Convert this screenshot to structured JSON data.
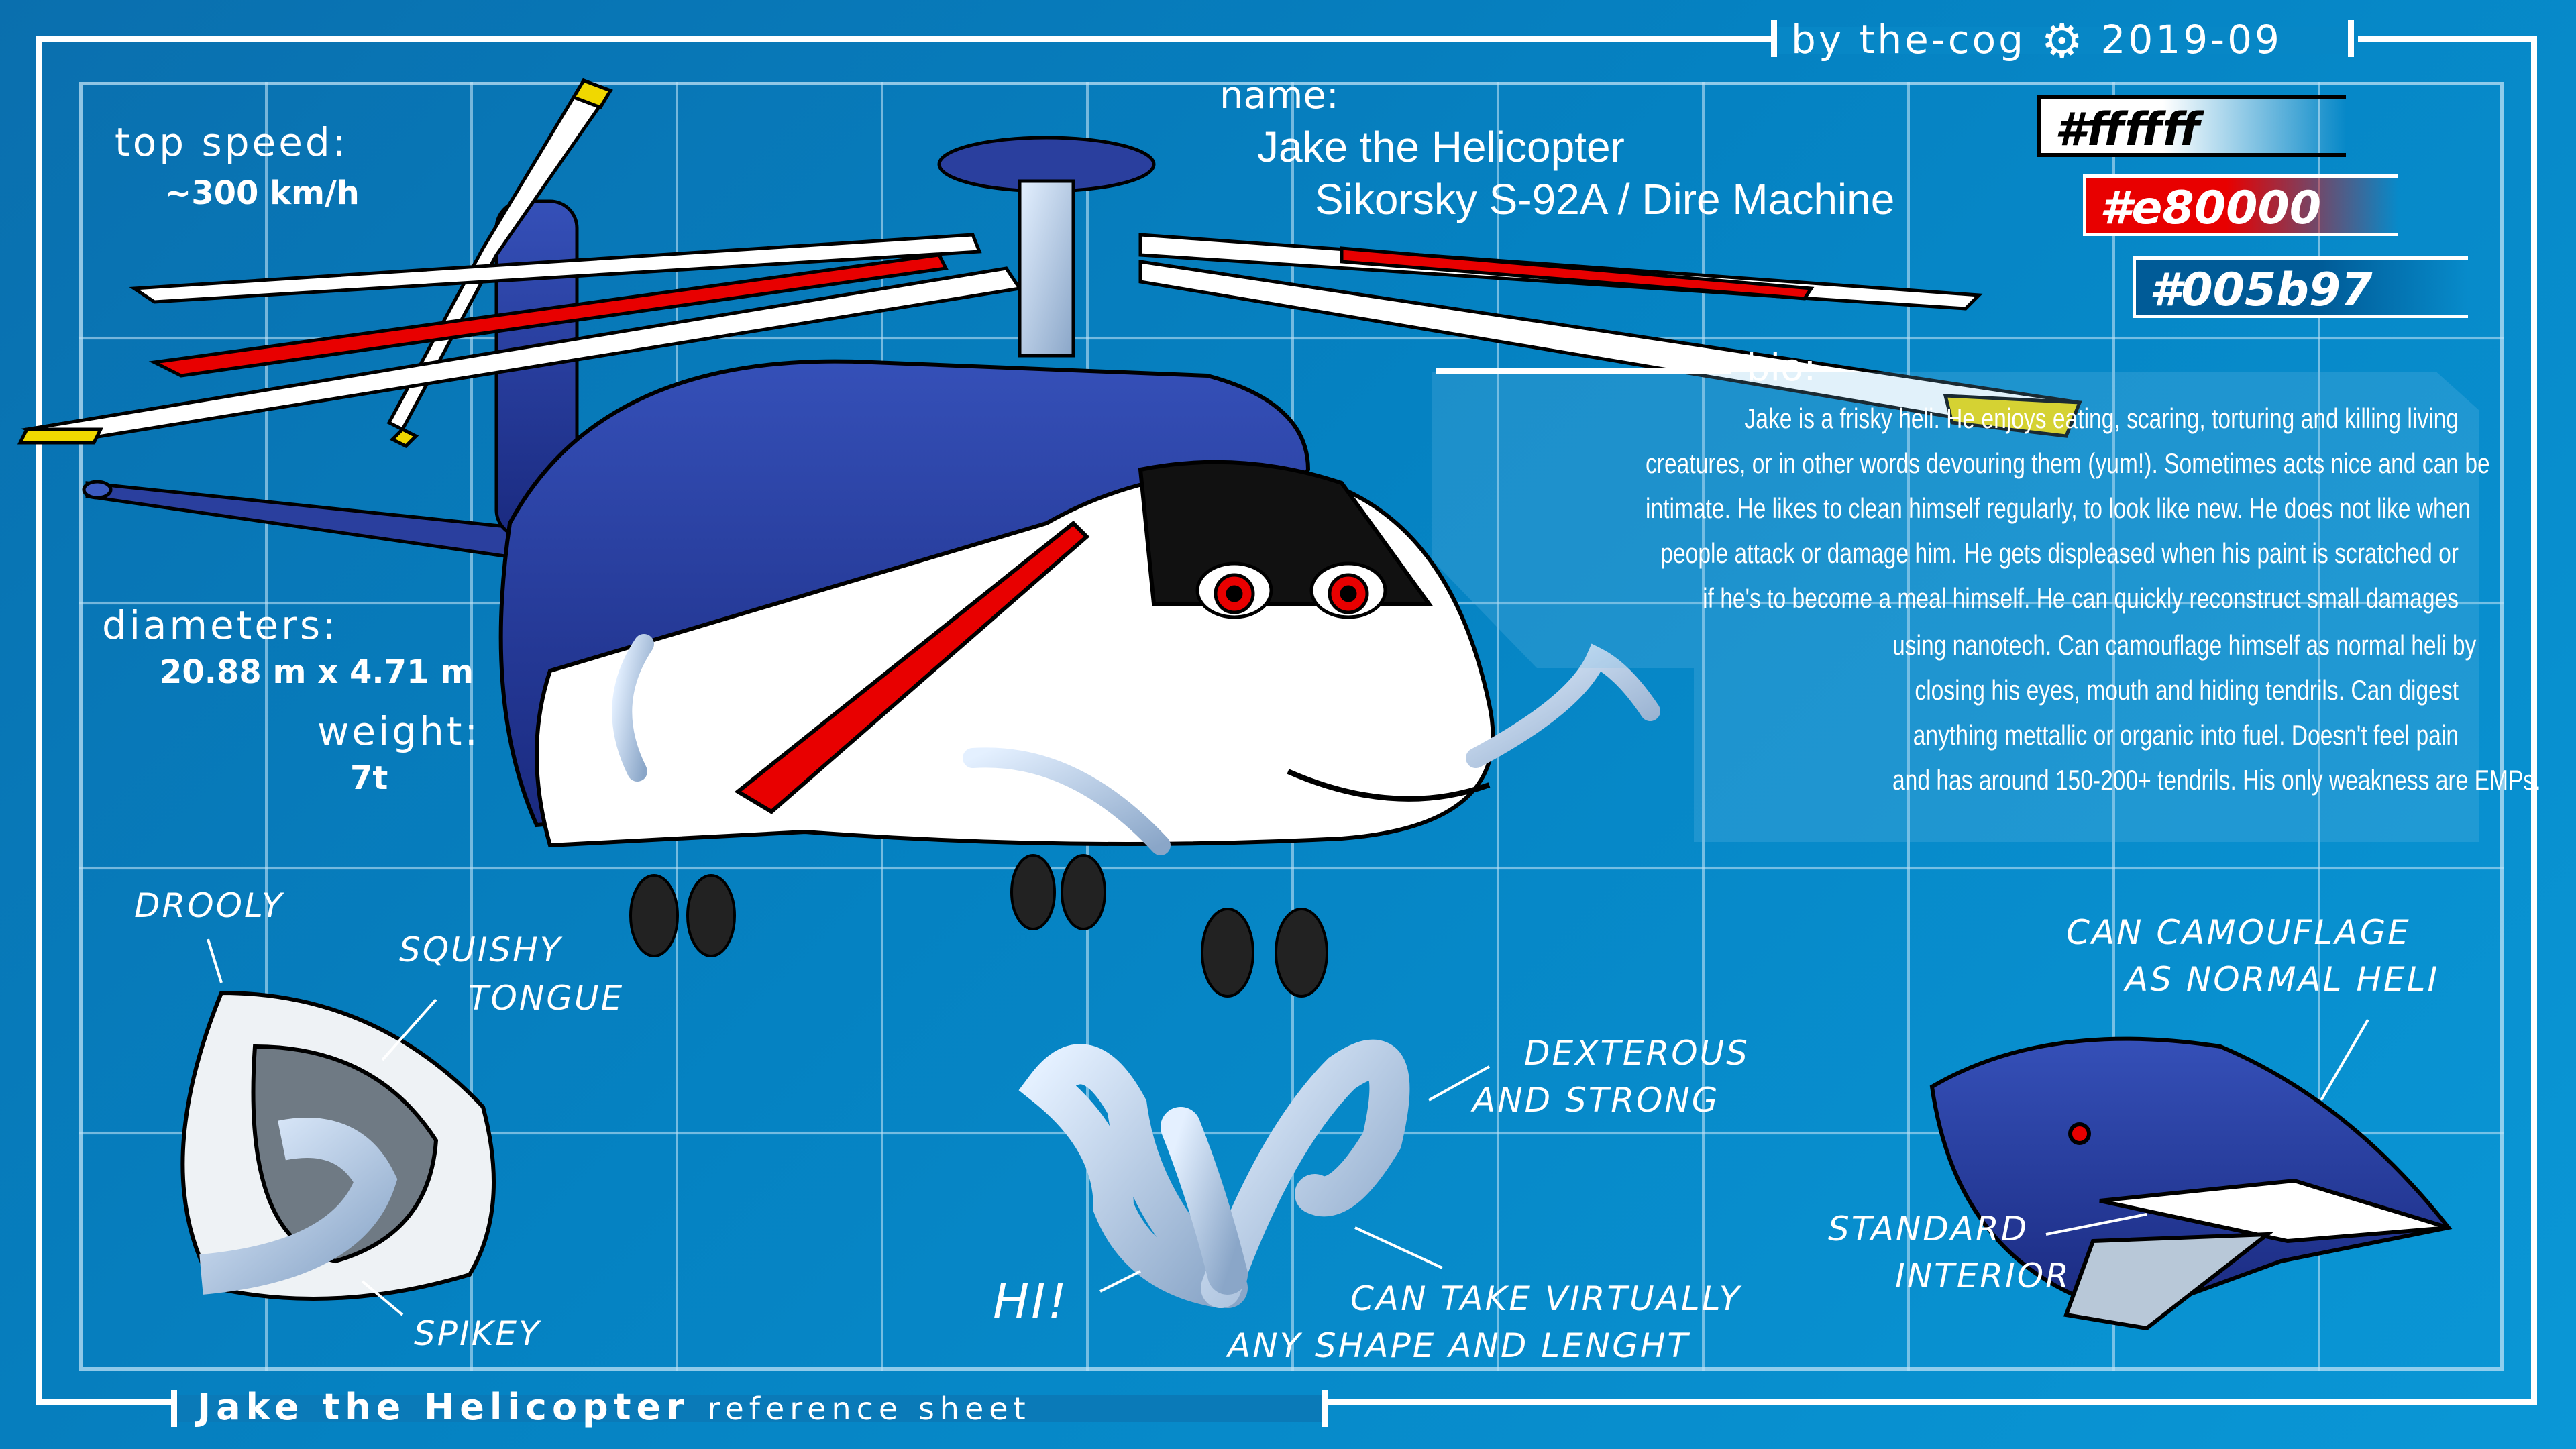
{
  "header": {
    "credit": "by the-cog",
    "date": "2019-09"
  },
  "stats": {
    "top_speed_label": "top speed:",
    "top_speed_value": "~300 km/h",
    "diameters_label": "diameters:",
    "diameters_value": "20.88 m x 4.71 m",
    "weight_label": "weight:",
    "weight_value": "7t"
  },
  "name": {
    "label": "name:",
    "line1": "Jake the Helicopter",
    "line2": "Sikorsky S-92A / Dire Machine"
  },
  "palette": [
    {
      "hex": "#ffffff",
      "label": "#ffffff"
    },
    {
      "hex": "#e80000",
      "label": "#e80000"
    },
    {
      "hex": "#005b97",
      "label": "#005b97"
    }
  ],
  "bio": {
    "label": "bio:",
    "lines": [
      "Jake is a frisky heli. He enjoys eating, scaring, torturing and killing living",
      "creatures, or in other words devouring them (yum!). Sometimes acts nice and can be",
      "intimate. He likes to clean himself regularly, to look like new. He does not like when",
      "people attack or damage him. He gets displeased when his paint is scratched or",
      "if he's to become a meal himself. He can quickly reconstruct small damages",
      "using nanotech. Can camouflage himself as normal heli by",
      "closing his eyes, mouth and hiding tendrils. Can digest",
      "anything mettallic or organic into fuel. Doesn't feel pain",
      "and has around 150-200+ tendrils. His only weakness are EMPs."
    ]
  },
  "annotations": {
    "drooly": "DROOLY",
    "squishy_1": "SQUISHY",
    "squishy_2": "TONGUE",
    "spikey": "SPIKEY",
    "hi": "HI!",
    "dexterous_1": "DEXTEROUS",
    "dexterous_2": "AND STRONG",
    "shape_1": "CAN TAKE VIRTUALLY",
    "shape_2": "ANY SHAPE AND LENGHT",
    "camo_1": "CAN CAMOUFLAGE",
    "camo_2": "AS NORMAL HELI",
    "interior_1": "STANDARD",
    "interior_2": "INTERIOR"
  },
  "footer": {
    "title": "Jake the Helicopter",
    "subtitle": "reference sheet"
  }
}
